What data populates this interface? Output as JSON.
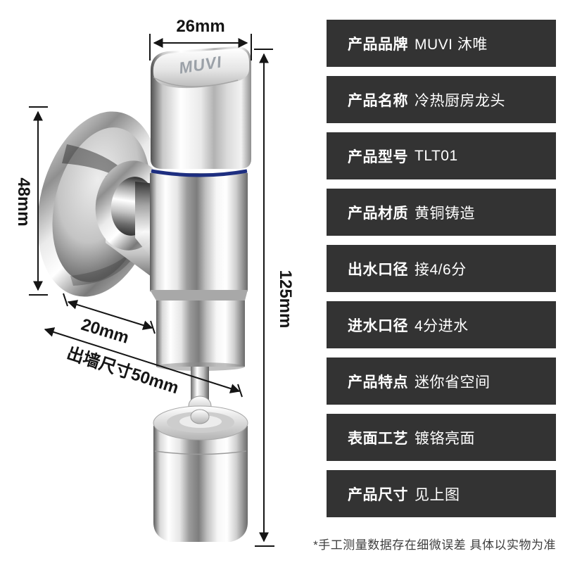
{
  "product_diagram": {
    "logo": "MUVI",
    "dimensions": {
      "handle_width": "26mm",
      "flange_height": "48mm",
      "pipe_length": "20mm",
      "wall_distance": "出墙尺寸50mm",
      "total_height": "125mm"
    },
    "colors": {
      "dimension_line": "#151515",
      "blue_ring": "#1d2e80"
    }
  },
  "specs": {
    "box_background": "#333333",
    "text_color": "#ffffff",
    "rows": [
      {
        "label": "产品品牌",
        "value": "MUVI 沐唯"
      },
      {
        "label": "产品名称",
        "value": "冷热厨房龙头"
      },
      {
        "label": "产品型号",
        "value": "TLT01"
      },
      {
        "label": "产品材质",
        "value": "黄铜铸造"
      },
      {
        "label": "出水口径",
        "value": "接4/6分"
      },
      {
        "label": "进水口径",
        "value": "4分进水"
      },
      {
        "label": "产品特点",
        "value": "迷你省空间"
      },
      {
        "label": "表面工艺",
        "value": "镀铬亮面"
      },
      {
        "label": "产品尺寸",
        "value": "见上图"
      }
    ]
  },
  "footnote": "*手工测量数据存在细微误差 具体以实物为准"
}
